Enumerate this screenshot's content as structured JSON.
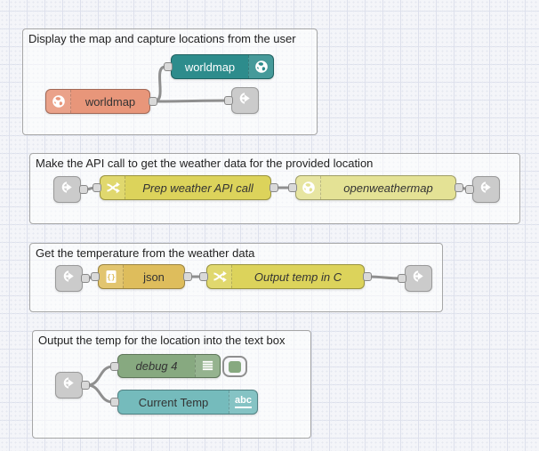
{
  "app": {
    "name": "Node-RED flow editor workspace"
  },
  "colors": {
    "canvas_bg": "#f4f5f9",
    "grid_line": "#dde0ec",
    "group_border": "#a6a6a6",
    "group_fill": "rgba(255,255,255,0.55)",
    "wire": "#8f8f8f",
    "port_fill": "#d9d9d9",
    "link_node": "#cbcbcb",
    "worldmap_display": "#2D8C8C",
    "worldmap_in": "#E8967A",
    "function": "#DCD35B",
    "openweathermap": "#E4E295",
    "json": "#DEBD5C",
    "debug": "#87A980",
    "ui_text": "#75BBBC"
  },
  "groups": [
    {
      "title": "Display the map and capture locations from the user",
      "nodes": {
        "worldmap_display": {
          "label": "worldmap",
          "icon": "globe-icon"
        },
        "worldmap_in": {
          "label": "worldmap",
          "icon": "globe-icon"
        },
        "link_out": {
          "icon": "link-out-icon"
        }
      }
    },
    {
      "title": "Make the API call to get the weather data for the provided location",
      "nodes": {
        "link_in": {
          "icon": "link-in-icon"
        },
        "prep_function": {
          "label": "Prep weather API call",
          "icon": "function-icon"
        },
        "openweathermap": {
          "label": "openweathermap",
          "icon": "globe-icon"
        },
        "link_out": {
          "icon": "link-out-icon"
        }
      }
    },
    {
      "title": "Get the temperature from the weather data",
      "nodes": {
        "link_in": {
          "icon": "link-in-icon"
        },
        "json": {
          "label": "json",
          "icon": "json-icon"
        },
        "output_function": {
          "label": "Output temp in C",
          "icon": "function-icon"
        },
        "link_out": {
          "icon": "link-out-icon"
        }
      }
    },
    {
      "title": "Output the temp for the location into the text box",
      "nodes": {
        "link_in": {
          "icon": "link-in-icon"
        },
        "debug": {
          "label": "debug 4",
          "icon": "debug-list-icon",
          "toggle_state": "enabled"
        },
        "ui_text": {
          "label": "Current Temp",
          "icon_text": "abc"
        }
      }
    }
  ]
}
